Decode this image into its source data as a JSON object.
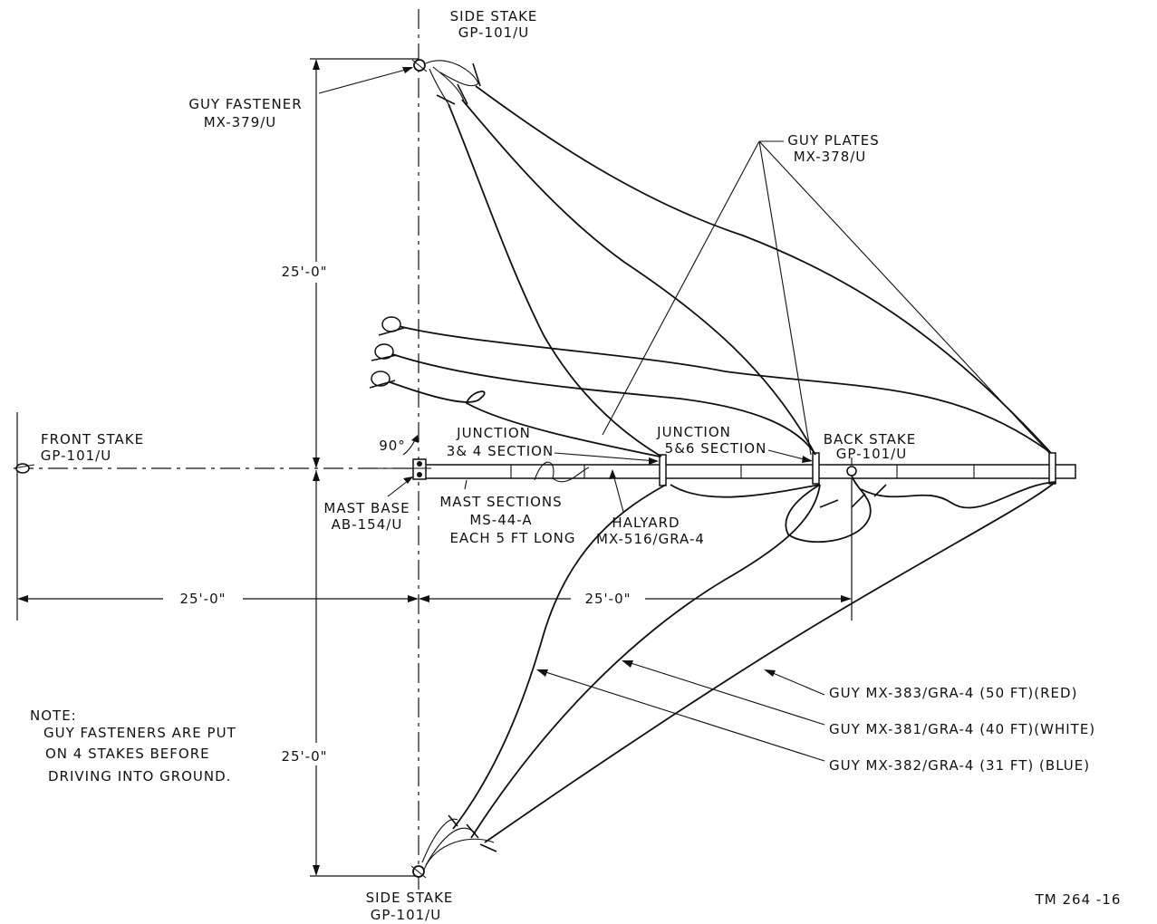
{
  "labels": {
    "side_stake_top": [
      "SIDE STAKE",
      "GP-101/U"
    ],
    "guy_fastener": [
      "GUY FASTENER",
      "MX-379/U"
    ],
    "guy_plates": [
      "GUY PLATES",
      "MX-378/U"
    ],
    "dim_top": "25'-0\"",
    "front_stake": [
      "FRONT STAKE",
      "GP-101/U"
    ],
    "angle": "90°",
    "junction_34": [
      "JUNCTION",
      "3& 4 SECTION"
    ],
    "junction_56": [
      "JUNCTION",
      "5&6 SECTION"
    ],
    "back_stake": [
      "BACK STAKE",
      "GP-101/U"
    ],
    "mast_base": [
      "MAST BASE",
      "AB-154/U"
    ],
    "mast_sections": [
      "MAST SECTIONS",
      "MS-44-A",
      "EACH 5 FT LONG"
    ],
    "halyard": [
      "HALYARD",
      "MX-516/GRA-4"
    ],
    "dim_left": "25'-0\"",
    "dim_right": "25'-0\"",
    "guy_red": "GUY MX-383/GRA-4  (50 FT)(RED)",
    "guy_white": "GUY MX-381/GRA-4  (40 FT)(WHITE)",
    "guy_blue": "GUY MX-382/GRA-4  (31 FT) (BLUE)",
    "note": [
      "NOTE:",
      "GUY FASTENERS ARE PUT",
      "ON 4 STAKES BEFORE",
      "DRIVING INTO GROUND."
    ],
    "dim_bottom": "25'-0\"",
    "side_stake_bottom": [
      "SIDE STAKE",
      "GP-101/U"
    ],
    "figure_id": "TM 264 -16"
  }
}
